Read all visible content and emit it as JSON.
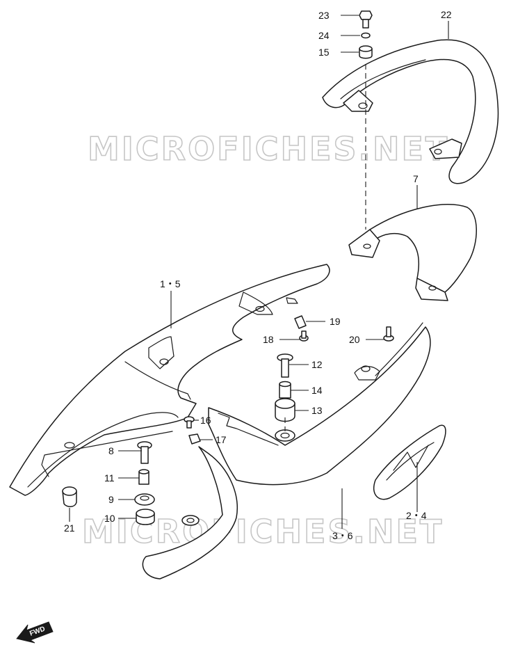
{
  "watermark": {
    "text": "MICROFICHES.NET",
    "color": "#c6c6c6"
  },
  "callouts": {
    "c23": "23",
    "c24": "24",
    "c15": "15",
    "c22": "22",
    "c7": "7",
    "c1_5": "1・5",
    "c19": "19",
    "c18": "18",
    "c20": "20",
    "c12": "12",
    "c14": "14",
    "c13": "13",
    "c16": "16",
    "c17": "17",
    "c8": "8",
    "c11": "11",
    "c9": "9",
    "c10": "10",
    "c21": "21",
    "c3_6": "3・6",
    "c2_4": "2・4"
  },
  "fwd_arrow": {
    "label": "FWD",
    "icon": "fwd-arrow-icon"
  },
  "colors": {
    "line": "#1a1a1a",
    "fill": "#ffffff"
  }
}
